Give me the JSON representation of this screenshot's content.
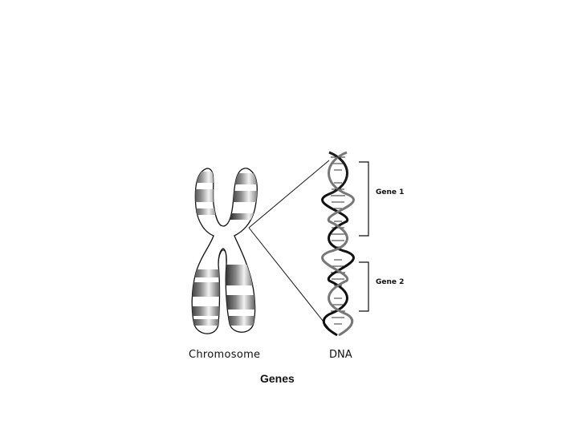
{
  "labels": {
    "chromosome": "Chromosome",
    "dna": "DNA",
    "gene_1": "Gene 1",
    "gene_2": "Gene 2",
    "title": "Genes"
  },
  "icons": [
    "chromosome-illustration",
    "dna-double-helix-illustration"
  ]
}
